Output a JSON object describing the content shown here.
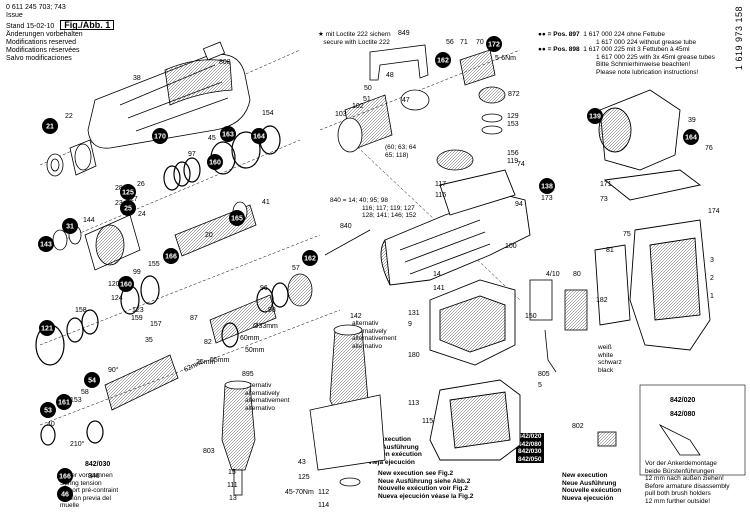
{
  "header": {
    "doc_no": "0 611 245 703; 743",
    "issue_label": "Issue",
    "issue_date": "15-02-10",
    "stand_label": "Stand",
    "fig_label": "Fig./Abb. 1",
    "changes": [
      "Änderungen vorbehalten",
      "Modifications reserved",
      "Modifications réservées",
      "Salvo modificaciones"
    ]
  },
  "loctite_note": [
    "mit Loctite 222 sichern",
    "secure with Loctite 222"
  ],
  "grease_note": {
    "pos897": "= Pos. 897",
    "pos898": "= Pos. 898",
    "lines": [
      "1 617 000 224 ohne Fettube",
      "1 617 000 224 without grease tube",
      "1 617 000 225 mit 3 Fettuben à 45ml",
      "1 617 000 225 with 3x 45ml grease tubes",
      "Bitte Schmierhinweise beachten!",
      "Please note lubrication instructions!"
    ]
  },
  "side_code": "1 619 973 158",
  "part_sets": {
    "p840": [
      "840 = 14; 40; 95; 98",
      "116; 117; 119; 127",
      "128; 141; 146; 152"
    ],
    "p860": [
      "(60; 63; 64",
      "65; 118)"
    ],
    "alt142": [
      "alternativ",
      "alternatively",
      "alternativement",
      "alternativo"
    ],
    "alt895": [
      "alternativ",
      "alternatively",
      "alternativement",
      "alternativo"
    ],
    "wire": [
      "weiß",
      "white",
      "schwarz",
      "black"
    ],
    "spring": [
      "Feder vorspannen",
      "Spring tension",
      "ressort pré-contraint",
      "tensión previa del",
      "muelle"
    ],
    "brush": [
      "Vor der Ankerdemontage",
      "beide Bürstenführungen",
      "12 mm nach außen ziehen!",
      "Before armature disassembly",
      "pull both brush holders",
      "12 mm further outside!"
    ],
    "old_exec": [
      "Old execution",
      "Alte Ausführung",
      "Ancien exécution",
      "Vieja ejecución"
    ],
    "new_exec_fig2": [
      "New execution see Fig.2",
      "Neue Ausführung siehe Abb.2",
      "Nouvelle exécution voir Fig.2",
      "Nueva ejecución véase la Fig.2"
    ],
    "new_exec": [
      "New execution",
      "Neue Ausführung",
      "Nouvelle exécution",
      "Nueva ejecución"
    ],
    "codes_old": [
      "842/020",
      "842/080",
      "842/030",
      "842/050"
    ],
    "code_842030": "842/030",
    "code_842020": "842/020",
    "code_842080": "842/080",
    "angle": "210°",
    "dim_55": "55mm",
    "dim_25": "25mm",
    "dim_33": "Ø33mm",
    "dim_60": "60mm",
    "dim_50": "50mm",
    "dim_62": "62mm",
    "dim_nm": "5-6Nm",
    "angle_90": "90°",
    "nm_4570": "45-70Nm"
  },
  "labels": [
    {
      "t": "808"
    },
    {
      "t": "38"
    },
    {
      "t": "22"
    },
    {
      "t": "21"
    },
    {
      "t": "170"
    },
    {
      "t": "154"
    },
    {
      "t": "163"
    },
    {
      "t": "45"
    },
    {
      "t": "160"
    },
    {
      "t": "97"
    },
    {
      "t": "28"
    },
    {
      "t": "26"
    },
    {
      "t": "125"
    },
    {
      "t": "27"
    },
    {
      "t": "23"
    },
    {
      "t": "25"
    },
    {
      "t": "144"
    },
    {
      "t": "31"
    },
    {
      "t": "143"
    },
    {
      "t": "24"
    },
    {
      "t": "20"
    },
    {
      "t": "164"
    },
    {
      "t": "165"
    },
    {
      "t": "41"
    },
    {
      "t": "166"
    },
    {
      "t": "155"
    },
    {
      "t": "99"
    },
    {
      "t": "160"
    },
    {
      "t": "120"
    },
    {
      "t": "124"
    },
    {
      "t": "57"
    },
    {
      "t": "162"
    },
    {
      "t": "121"
    },
    {
      "t": "158"
    },
    {
      "t": "123"
    },
    {
      "t": "159"
    },
    {
      "t": "157"
    },
    {
      "t": "35"
    },
    {
      "t": "87"
    },
    {
      "t": "96"
    },
    {
      "t": "98"
    },
    {
      "t": "82"
    },
    {
      "t": "54"
    },
    {
      "t": "58"
    },
    {
      "t": "153"
    },
    {
      "t": "161"
    },
    {
      "t": "53"
    },
    {
      "t": "40"
    },
    {
      "t": "166"
    },
    {
      "t": "46"
    },
    {
      "t": "846"
    },
    {
      "t": "849"
    },
    {
      "t": "56"
    },
    {
      "t": "71"
    },
    {
      "t": "70"
    },
    {
      "t": "172"
    },
    {
      "t": "162"
    },
    {
      "t": "48"
    },
    {
      "t": "47"
    },
    {
      "t": "103"
    },
    {
      "t": "102"
    },
    {
      "t": "51"
    },
    {
      "t": "50"
    },
    {
      "t": "872"
    },
    {
      "t": "129"
    },
    {
      "t": "153"
    },
    {
      "t": "156"
    },
    {
      "t": "119"
    },
    {
      "t": "74"
    },
    {
      "t": "138"
    },
    {
      "t": "173"
    },
    {
      "t": "117"
    },
    {
      "t": "116"
    },
    {
      "t": "840"
    },
    {
      "t": "14"
    },
    {
      "t": "141"
    },
    {
      "t": "131"
    },
    {
      "t": "9"
    },
    {
      "t": "180"
    },
    {
      "t": "142"
    },
    {
      "t": "895"
    },
    {
      "t": "803"
    },
    {
      "t": "15"
    },
    {
      "t": "111"
    },
    {
      "t": "13"
    },
    {
      "t": "43"
    },
    {
      "t": "125"
    },
    {
      "t": "112"
    },
    {
      "t": "114"
    },
    {
      "t": "113"
    },
    {
      "t": "115"
    },
    {
      "t": "805"
    },
    {
      "t": "5"
    },
    {
      "t": "802"
    },
    {
      "t": "139"
    },
    {
      "t": "39"
    },
    {
      "t": "164"
    },
    {
      "t": "76"
    },
    {
      "t": "171"
    },
    {
      "t": "73"
    },
    {
      "t": "174"
    },
    {
      "t": "75"
    },
    {
      "t": "81"
    },
    {
      "t": "4/10"
    },
    {
      "t": "80"
    },
    {
      "t": "182"
    },
    {
      "t": "3"
    },
    {
      "t": "2"
    },
    {
      "t": "1"
    },
    {
      "t": "150"
    },
    {
      "t": "100"
    },
    {
      "t": "94"
    }
  ]
}
